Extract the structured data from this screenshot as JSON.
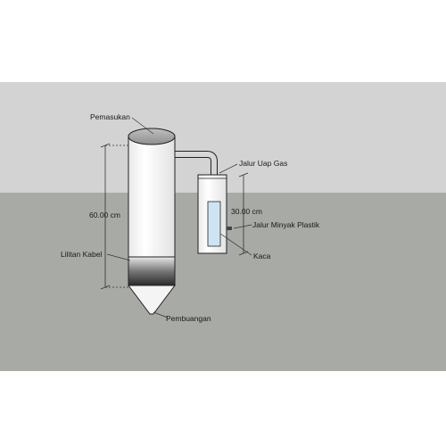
{
  "colors": {
    "sky": "#d3d3d3",
    "ground": "#a8aaa6",
    "body": "#ffffff",
    "outline": "#222222",
    "coil": "#3a3a3a",
    "glass": "#cfe4f2",
    "pipe": "#cfcfcf"
  },
  "labels": {
    "inlet": "Pemasukan",
    "height_main": "60.00 cm",
    "coil": "Lilitan Kabel",
    "outlet": "Pembuangan",
    "vapor_line": "Jalur Uap Gas",
    "height_condenser": "30.00 cm",
    "oil_line": "Jalur Minyak Plastik",
    "glass": "Kaca"
  },
  "icons": {
    "dimension": "dimension-arrow",
    "leader": "leader-line"
  }
}
